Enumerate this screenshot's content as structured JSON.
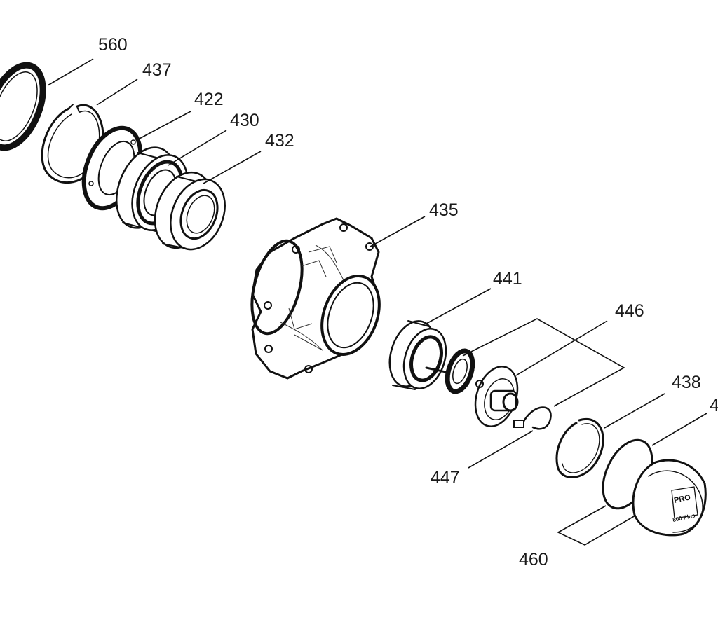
{
  "parts": [
    {
      "id": "560",
      "label": "560"
    },
    {
      "id": "437",
      "label": "437"
    },
    {
      "id": "422",
      "label": "422"
    },
    {
      "id": "430",
      "label": "430"
    },
    {
      "id": "432",
      "label": "432"
    },
    {
      "id": "435",
      "label": "435"
    },
    {
      "id": "441",
      "label": "441"
    },
    {
      "id": "446",
      "label": "446"
    },
    {
      "id": "438",
      "label": "438"
    },
    {
      "id": "447",
      "label": "447"
    },
    {
      "id": "460",
      "label": "460"
    },
    {
      "id": "edge",
      "label": "4"
    }
  ],
  "cap_text": {
    "line1": "PRO",
    "line2": "800 Plus"
  }
}
